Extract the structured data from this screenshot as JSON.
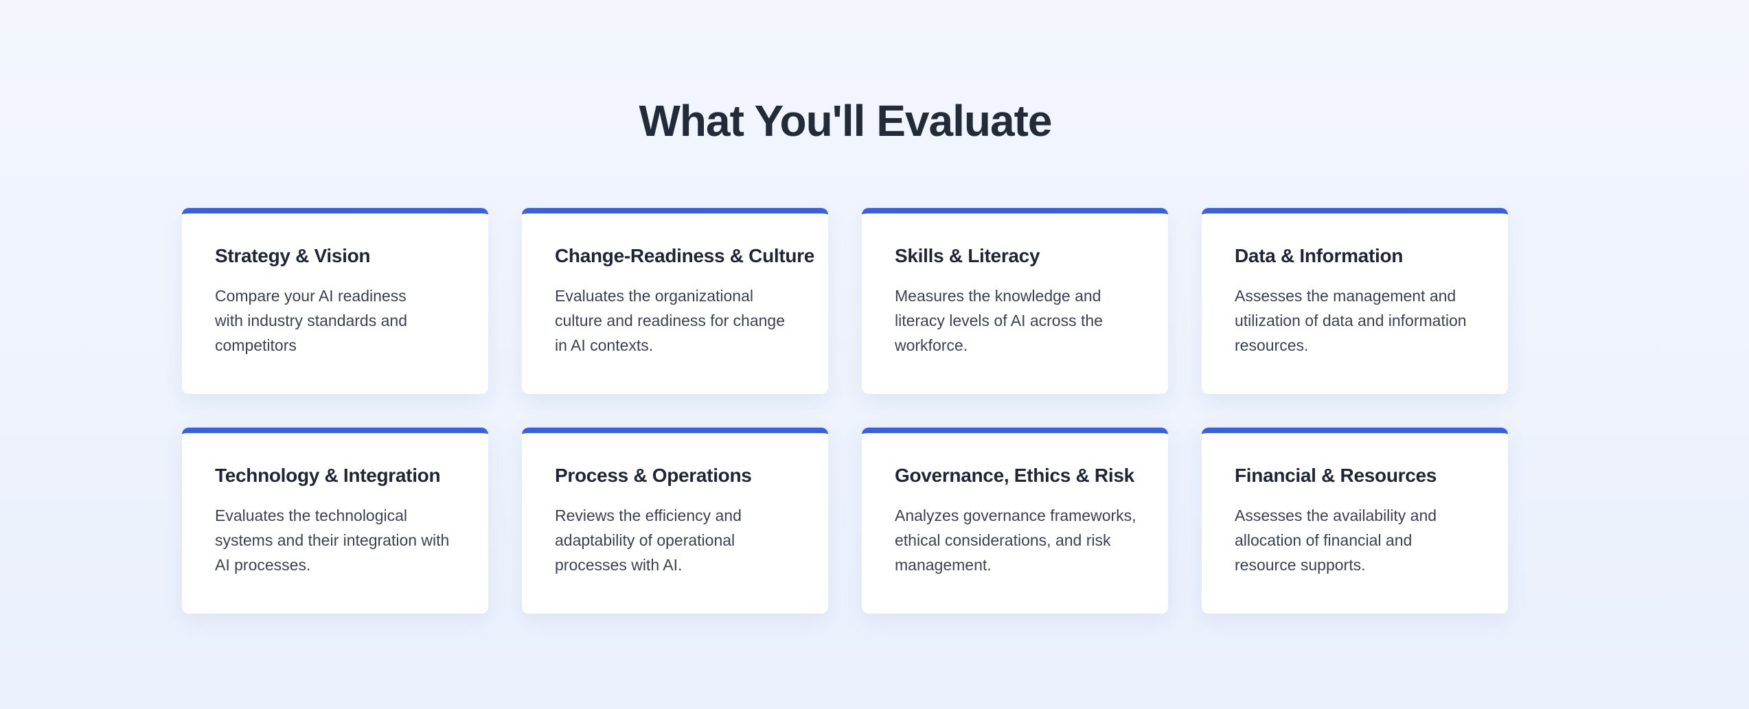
{
  "section": {
    "title": "What You'll Evaluate",
    "accent_color": "#3660e8",
    "cards": [
      {
        "title": "Strategy & Vision",
        "description": "Compare your AI readiness with industry standards and competitors"
      },
      {
        "title": "Change-Readiness & Culture",
        "description": "Evaluates the organizational culture and readiness for change in AI contexts."
      },
      {
        "title": "Skills & Literacy",
        "description": "Measures the knowledge and literacy levels of AI across the workforce."
      },
      {
        "title": "Data & Information",
        "description": "Assesses the management and utilization of data and information resources."
      },
      {
        "title": "Technology & Integration",
        "description": "Evaluates the technological systems and their integration with AI processes."
      },
      {
        "title": "Process & Operations",
        "description": "Reviews the efficiency and adaptability of operational processes with AI."
      },
      {
        "title": "Governance, Ethics & Risk",
        "description": "Analyzes governance frameworks, ethical considerations, and risk management."
      },
      {
        "title": "Financial & Resources",
        "description": "Assesses the availability and allocation of financial and resource supports."
      }
    ]
  }
}
